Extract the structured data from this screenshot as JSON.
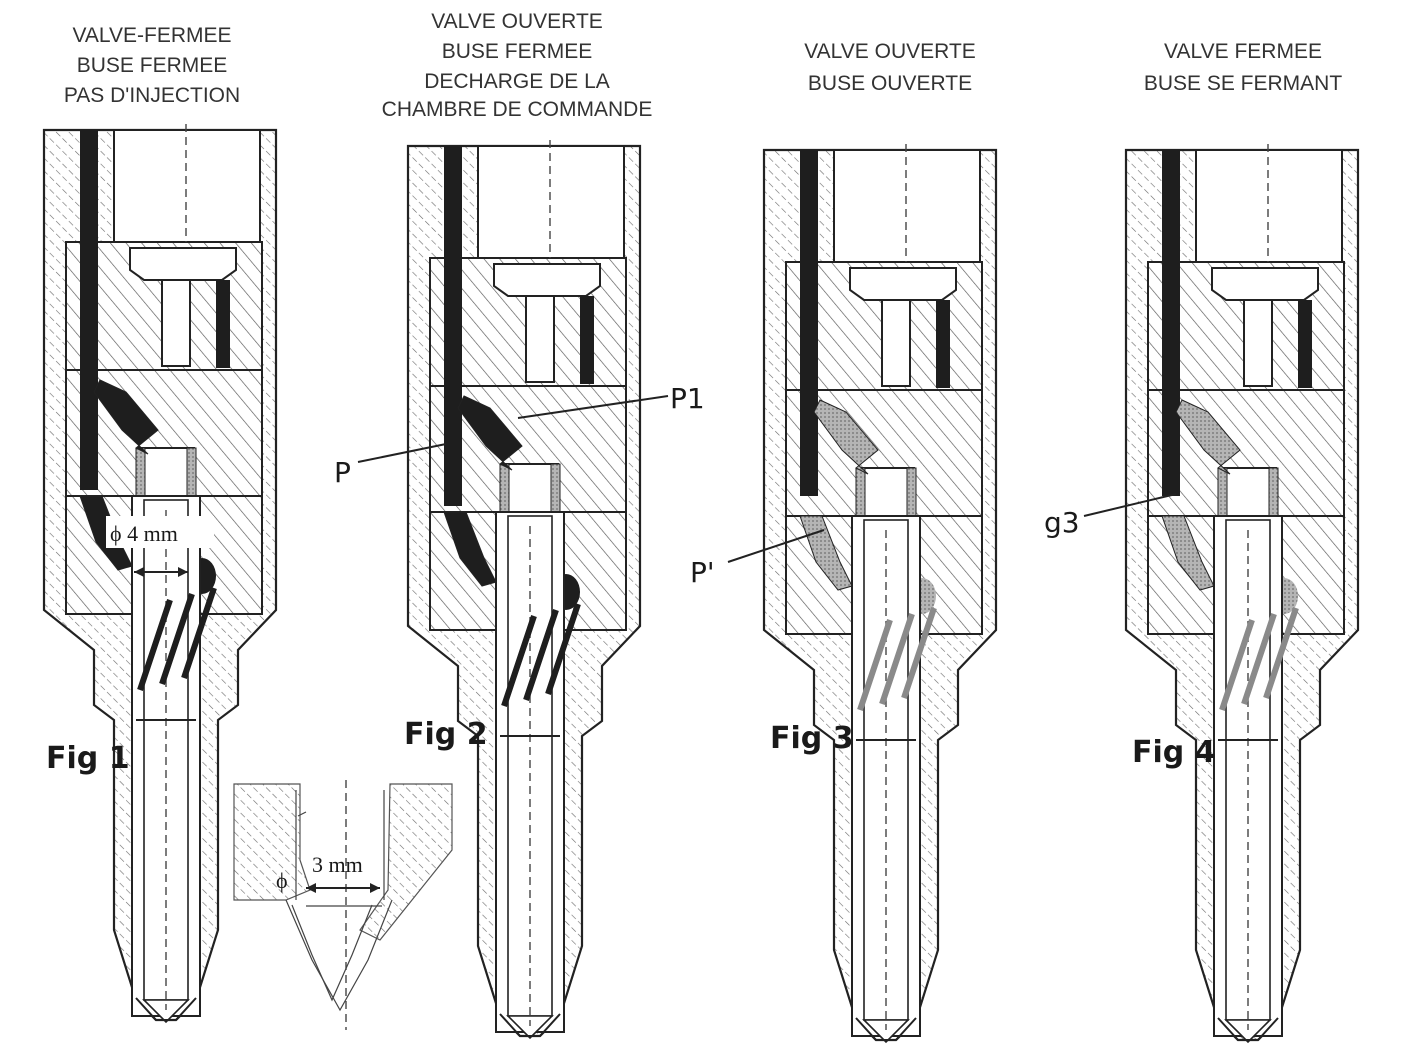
{
  "figures": [
    {
      "label": "Fig 1",
      "caption": [
        "VALVE-FERMEE",
        "BUSE FERMEE",
        "PAS D'INJECTION"
      ],
      "fluid": "dark"
    },
    {
      "label": "Fig 2",
      "caption": [
        "VALVE OUVERTE",
        "BUSE FERMEE",
        "DECHARGE DE LA",
        "CHAMBRE DE COMMANDE"
      ],
      "fluid": "dark"
    },
    {
      "label": "Fig 3",
      "caption": [
        "VALVE OUVERTE",
        "BUSE OUVERTE"
      ],
      "fluid": "mixed"
    },
    {
      "label": "Fig 4",
      "caption": [
        "VALVE FERMEE",
        "BUSE SE FERMANT"
      ],
      "fluid": "mixed"
    }
  ],
  "callouts": {
    "p1": "P1",
    "p": "P",
    "p_prime": "P'",
    "g3": "g3"
  },
  "dimensions": {
    "needle_diameter": "ϕ 4 mm",
    "seat_diameter": "3 mm",
    "seat_phi": "ϕ"
  },
  "colors": {
    "fluid_dark": "#1e1e1e",
    "fluid_grey": "#9a9a9a",
    "hatch": "#666666"
  }
}
